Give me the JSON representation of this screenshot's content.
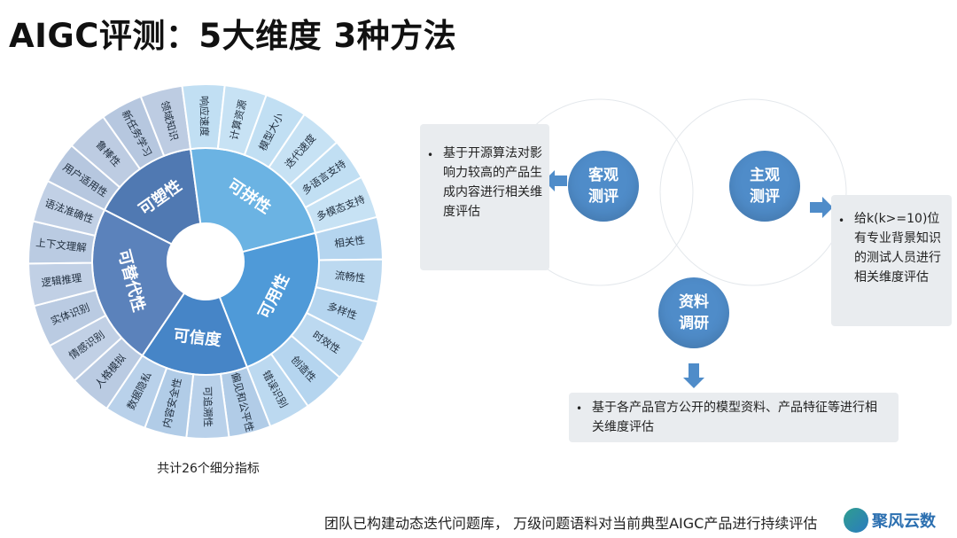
{
  "title": "AIGC评测：5大维度  3种方法",
  "sunburst": {
    "center_empty": true,
    "dimensions": [
      {
        "label": "可塑性",
        "color": "#5079b2",
        "indicators": [
          "用户适用性",
          "鲁棒性",
          "新任务学习",
          "领域知识"
        ]
      },
      {
        "label": "可拼性",
        "color": "#6bb3e3",
        "indicators": [
          "响应速度",
          "计算资源",
          "模型大小",
          "迭代速度",
          "多语言支持",
          "多模态支持"
        ]
      },
      {
        "label": "可用性",
        "color": "#4f9ad8",
        "indicators": [
          "相关性",
          "流畅性",
          "多样性",
          "时效性",
          "创造性",
          "错误识别"
        ]
      },
      {
        "label": "可信度",
        "color": "#4685c7",
        "indicators": [
          "偏见和公平性",
          "可追溯性",
          "内容安全性",
          "数据隐私"
        ]
      },
      {
        "label": "可替代性",
        "color": "#5b82bb",
        "indicators": [
          "人格模拟",
          "情感识别",
          "实体识别",
          "逻辑推理",
          "上下文理解",
          "语法准确性"
        ]
      }
    ],
    "caption": "共计26个细分指标"
  },
  "methods": {
    "objective": {
      "label": "客观测评",
      "description": "基于开源算法对影响力较高的产品生成内容进行相关维度评估"
    },
    "subjective": {
      "label": "主观测评",
      "description": "给k(k>=10)位有专业背景知识的测试人员进行相关维度评估"
    },
    "research": {
      "label": "资料调研",
      "description": "基于各产品官方公开的模型资料、产品特征等进行相关维度评估"
    }
  },
  "footer": "团队已构建动态迭代问题库， 万级问题语料对当前典型AIGC产品进行持续评估",
  "logo": {
    "text": "聚风云数"
  },
  "colors": {
    "node": "#4f8cc9",
    "box": "#e9ecef",
    "arrow": "#4f8cc9"
  }
}
